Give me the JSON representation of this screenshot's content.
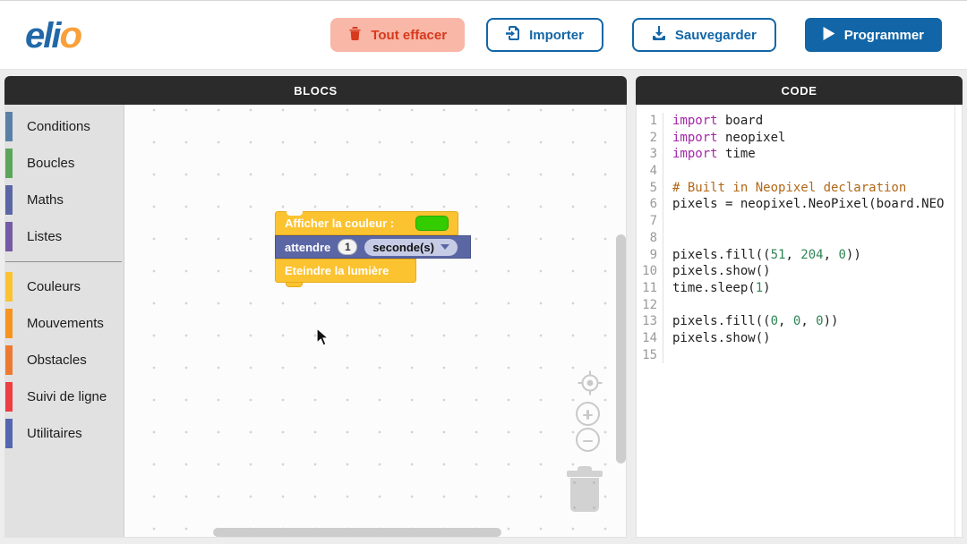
{
  "header": {
    "logo": {
      "main": "eli",
      "accent": "o"
    },
    "buttons": {
      "clear": {
        "label": "Tout effacer",
        "icon": "trash-icon",
        "bg": "#f8b7a7",
        "fg": "#d7391d"
      },
      "import": {
        "label": "Importer",
        "icon": "file-import-icon",
        "fg": "#1266a7"
      },
      "save": {
        "label": "Sauvegarder",
        "icon": "download-icon",
        "fg": "#1266a7"
      },
      "program": {
        "label": "Programmer",
        "icon": "play-icon",
        "bg": "#1266a7",
        "fg": "#ffffff"
      }
    }
  },
  "blocs_panel": {
    "title": "BLOCS",
    "category_groups": [
      [
        {
          "label": "Conditions",
          "color": "#5b80a5"
        },
        {
          "label": "Boucles",
          "color": "#5ba55b"
        },
        {
          "label": "Maths",
          "color": "#5b67a5"
        },
        {
          "label": "Listes",
          "color": "#745ba5"
        }
      ],
      [
        {
          "label": "Couleurs",
          "color": "#fcc331"
        },
        {
          "label": "Mouvements",
          "color": "#f7941e"
        },
        {
          "label": "Obstacles",
          "color": "#ee7a32"
        },
        {
          "label": "Suivi de ligne",
          "color": "#ee3e41"
        },
        {
          "label": "Utilitaires",
          "color": "#5566b0"
        }
      ]
    ],
    "blocks": {
      "show_color": {
        "label": "Afficher la couleur :",
        "color_value": "#33cc00",
        "block_color": "#fcc331"
      },
      "wait": {
        "label": "attendre",
        "value": "1",
        "unit": "seconde(s)",
        "block_color": "#5b67a5"
      },
      "turn_off": {
        "label": "Eteindre la lumière",
        "block_color": "#fcc331"
      }
    },
    "controls": {
      "zoom_reset_icon": "crosshair-icon",
      "zoom_in_icon": "plus-icon",
      "zoom_out_icon": "minus-icon",
      "trash_icon": "trash-can-icon"
    }
  },
  "code_panel": {
    "title": "CODE",
    "lines": [
      {
        "n": 1,
        "t": [
          [
            "kw",
            "import"
          ],
          [
            "pl",
            " board"
          ]
        ]
      },
      {
        "n": 2,
        "t": [
          [
            "kw",
            "import"
          ],
          [
            "pl",
            " neopixel"
          ]
        ]
      },
      {
        "n": 3,
        "t": [
          [
            "kw",
            "import"
          ],
          [
            "pl",
            " time"
          ]
        ]
      },
      {
        "n": 4,
        "t": []
      },
      {
        "n": 5,
        "t": [
          [
            "cmt",
            "# Built in Neopixel declaration"
          ]
        ]
      },
      {
        "n": 6,
        "t": [
          [
            "pl",
            "pixels = neopixel.NeoPixel(board.NEO"
          ]
        ]
      },
      {
        "n": 7,
        "t": []
      },
      {
        "n": 8,
        "t": []
      },
      {
        "n": 9,
        "t": [
          [
            "pl",
            "pixels.fill(("
          ],
          [
            "num",
            "51"
          ],
          [
            "pl",
            ", "
          ],
          [
            "num",
            "204"
          ],
          [
            "pl",
            ", "
          ],
          [
            "num",
            "0"
          ],
          [
            "pl",
            "))"
          ]
        ]
      },
      {
        "n": 10,
        "t": [
          [
            "pl",
            "pixels.show()"
          ]
        ]
      },
      {
        "n": 11,
        "t": [
          [
            "pl",
            "time.sleep("
          ],
          [
            "num",
            "1"
          ],
          [
            "pl",
            ")"
          ]
        ]
      },
      {
        "n": 12,
        "t": []
      },
      {
        "n": 13,
        "t": [
          [
            "pl",
            "pixels.fill(("
          ],
          [
            "num",
            "0"
          ],
          [
            "pl",
            ", "
          ],
          [
            "num",
            "0"
          ],
          [
            "pl",
            ", "
          ],
          [
            "num",
            "0"
          ],
          [
            "pl",
            "))"
          ]
        ]
      },
      {
        "n": 14,
        "t": [
          [
            "pl",
            "pixels.show()"
          ]
        ]
      },
      {
        "n": 15,
        "t": []
      }
    ]
  },
  "colors": {
    "accent_blue": "#1266a7",
    "panel_header": "#2b2b2b",
    "keyword": "#a428a8",
    "comment": "#b26818",
    "number": "#2e8555"
  }
}
